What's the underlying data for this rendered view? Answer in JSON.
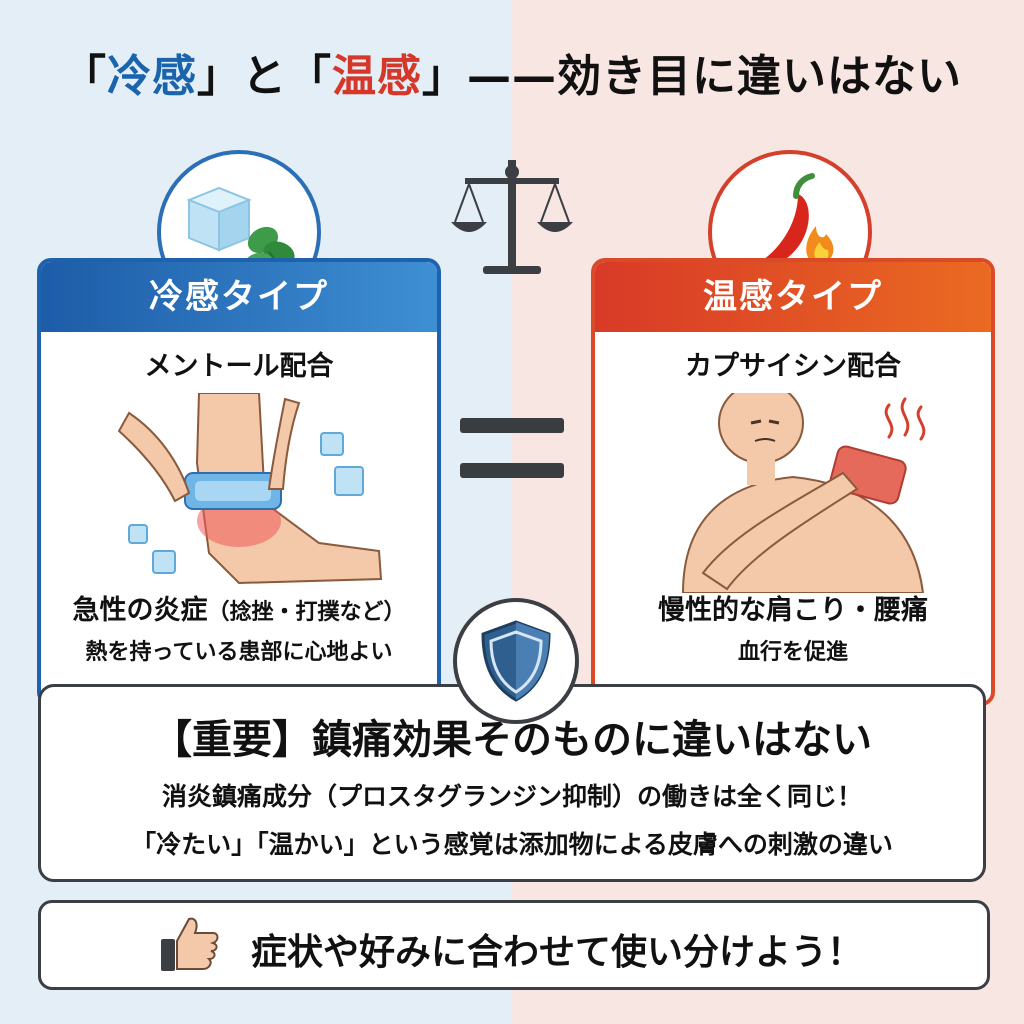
{
  "title": {
    "q1": "「",
    "cold_word": "冷感",
    "q2": "」と「",
    "warm_word": "温感",
    "q3": "」",
    "dash": "——",
    "rest": "効き目に違いはない"
  },
  "cold_card": {
    "header": "冷感タイプ",
    "ingredient": "メントール配合",
    "condition": "急性の炎症",
    "condition_note": "（捻挫・打撲など）",
    "effect": "熱を持っている患部に心地よい"
  },
  "warm_card": {
    "header": "温感タイプ",
    "ingredient": "カプサイシン配合",
    "condition": "慢性的な肩こり・腰痛",
    "effect": "血行を促進"
  },
  "important": {
    "title": "【重要】鎮痛効果そのものに違いはない",
    "line1": "消炎鎮痛成分（プロスタグランジン抑制）の働きは全く同じ！",
    "line2": "「冷たい」「温かい」という感覚は添加物による皮膚への刺激の違い"
  },
  "cta": {
    "text": "症状や好みに合わせて使い分けよう！"
  },
  "icons": {
    "cold_badge": "ice-mint-icon",
    "warm_badge": "chili-flame-icon",
    "scale": "balance-scale-icon",
    "equals": "equals-icon",
    "shield": "shield-icon",
    "thumbs_up": "thumbs-up-icon"
  },
  "colors": {
    "cold": "#1e62ad",
    "warm": "#db4a28",
    "bg_left": "#e3eef6",
    "bg_right": "#f8e6e2"
  }
}
